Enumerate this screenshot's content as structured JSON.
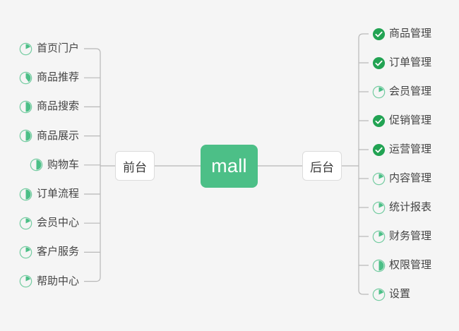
{
  "diagram": {
    "type": "mindmap",
    "background_color": "#f5f5f5",
    "accent_color": "#4CBF87",
    "line_color": "#b8b8b8",
    "text_color": "#444444",
    "center": {
      "label": "mall"
    },
    "branches": [
      {
        "id": "frontend",
        "label": "前台",
        "side": "left"
      },
      {
        "id": "backend",
        "label": "后台",
        "side": "right"
      }
    ]
  },
  "left_items": [
    {
      "label": "首页门户",
      "icon": "pie-progress-icon",
      "progress": 18,
      "status": "in-progress"
    },
    {
      "label": "商品推荐",
      "icon": "pie-progress-icon",
      "progress": 40,
      "status": "in-progress"
    },
    {
      "label": "商品搜索",
      "icon": "pie-progress-icon",
      "progress": 50,
      "status": "in-progress"
    },
    {
      "label": "商品展示",
      "icon": "pie-progress-icon",
      "progress": 50,
      "status": "in-progress"
    },
    {
      "label": "购物车",
      "icon": "pie-progress-icon",
      "progress": 50,
      "status": "in-progress"
    },
    {
      "label": "订单流程",
      "icon": "pie-progress-icon",
      "progress": 50,
      "status": "in-progress"
    },
    {
      "label": "会员中心",
      "icon": "pie-progress-icon",
      "progress": 18,
      "status": "in-progress"
    },
    {
      "label": "客户服务",
      "icon": "pie-progress-icon",
      "progress": 18,
      "status": "in-progress"
    },
    {
      "label": "帮助中心",
      "icon": "pie-progress-icon",
      "progress": 18,
      "status": "in-progress"
    }
  ],
  "right_items": [
    {
      "label": "商品管理",
      "icon": "check-circle-icon",
      "progress": 100,
      "status": "done"
    },
    {
      "label": "订单管理",
      "icon": "check-circle-icon",
      "progress": 100,
      "status": "done"
    },
    {
      "label": "会员管理",
      "icon": "pie-progress-icon",
      "progress": 18,
      "status": "in-progress"
    },
    {
      "label": "促销管理",
      "icon": "check-circle-icon",
      "progress": 100,
      "status": "done"
    },
    {
      "label": "运营管理",
      "icon": "check-circle-icon",
      "progress": 100,
      "status": "done"
    },
    {
      "label": "内容管理",
      "icon": "pie-progress-icon",
      "progress": 18,
      "status": "in-progress"
    },
    {
      "label": "统计报表",
      "icon": "pie-progress-icon",
      "progress": 18,
      "status": "in-progress"
    },
    {
      "label": "财务管理",
      "icon": "pie-progress-icon",
      "progress": 18,
      "status": "in-progress"
    },
    {
      "label": "权限管理",
      "icon": "pie-progress-icon",
      "progress": 50,
      "status": "in-progress"
    },
    {
      "label": "设置",
      "icon": "pie-progress-icon",
      "progress": 18,
      "status": "in-progress"
    }
  ]
}
